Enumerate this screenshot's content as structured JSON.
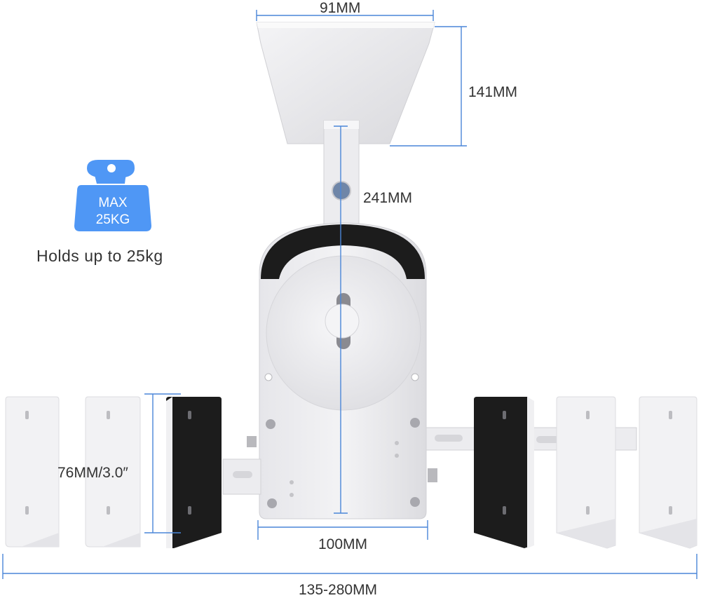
{
  "dimensions": {
    "plate_width": "91MM",
    "plate_height": "141MM",
    "arm_length": "241MM",
    "clamp_height": "76MM/3.0″",
    "hole_spacing": "100MM",
    "adjust_range": "135-280MM"
  },
  "weight_badge": {
    "line1": "MAX",
    "line2": "25KG",
    "caption": "Holds up to 25kg"
  },
  "colors": {
    "dimension_line": "#4a86d8",
    "badge": "#4f97f5",
    "metal_white": "#eeeeef",
    "metal_shadow": "#cfcfd3",
    "black_part": "#1c1c1c",
    "text": "#333333"
  }
}
